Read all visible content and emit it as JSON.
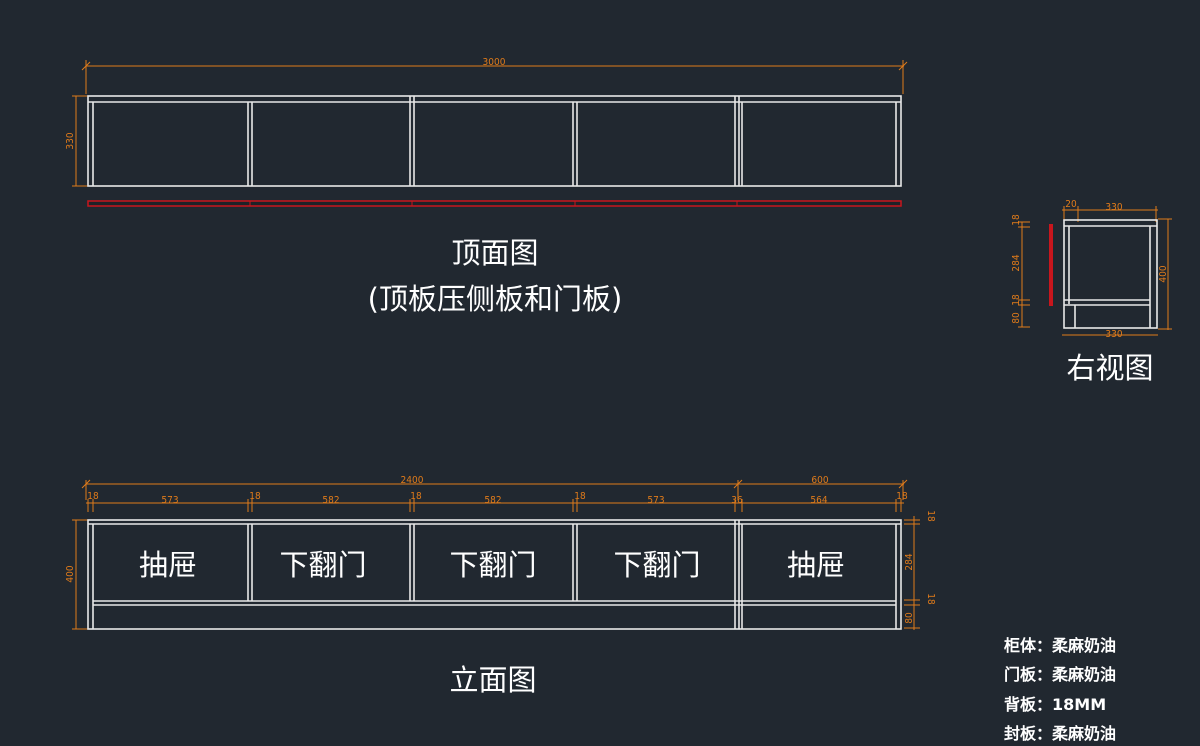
{
  "top_view": {
    "title": "顶面图",
    "subtitle": "(顶板压侧板和门板)",
    "dim_width": "3000",
    "dim_depth": "330"
  },
  "elevation": {
    "title": "立面图",
    "dim_total_left": "2400",
    "dim_total_right": "600",
    "segments": [
      "18",
      "573",
      "18",
      "582",
      "18",
      "582",
      "18",
      "573",
      "36",
      "564",
      "18"
    ],
    "dim_height": "400",
    "right_dims": [
      "18",
      "284",
      "18",
      "80"
    ],
    "compartments": [
      "抽屉",
      "下翻门",
      "下翻门",
      "下翻门",
      "抽屉"
    ]
  },
  "side_view": {
    "title": "右视图",
    "dim_top_a": "20",
    "dim_top_b": "330",
    "dim_bottom": "330",
    "dim_height": "400",
    "left_dims": [
      "18",
      "284",
      "18",
      "80"
    ]
  },
  "notes": [
    "柜体：柔麻奶油",
    "门板：柔麻奶油",
    "背板：18MM",
    "封板：柔麻奶油"
  ]
}
